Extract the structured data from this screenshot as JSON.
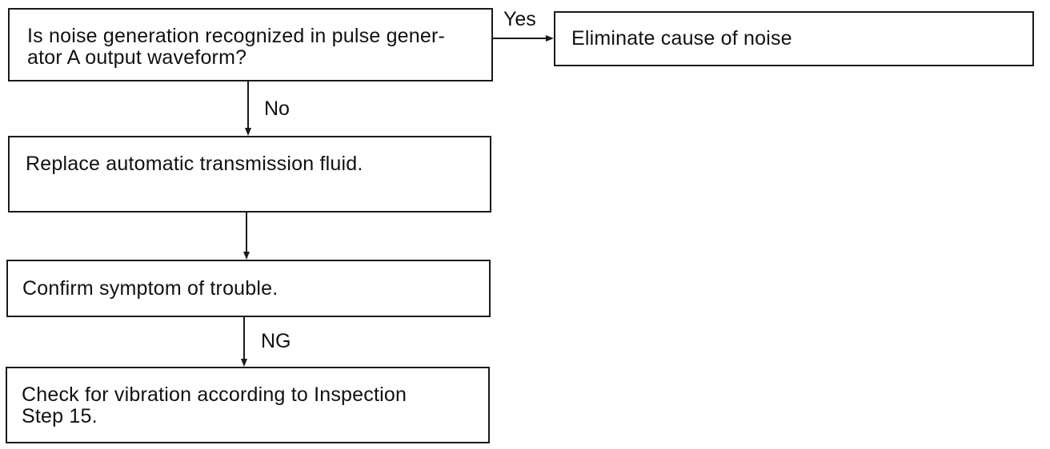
{
  "steps": {
    "noise_question": "Is noise generation recognized in pulse gener-\nator A output waveform?",
    "eliminate_noise": "Eliminate cause of noise",
    "replace_fluid": "Replace automatic transmission fluid.",
    "confirm_symptom": "Confirm symptom of trouble.",
    "check_vibration": "Check for vibration according to Inspection\nStep 15."
  },
  "branch_labels": {
    "yes": "Yes",
    "no": "No",
    "ng": "NG"
  }
}
